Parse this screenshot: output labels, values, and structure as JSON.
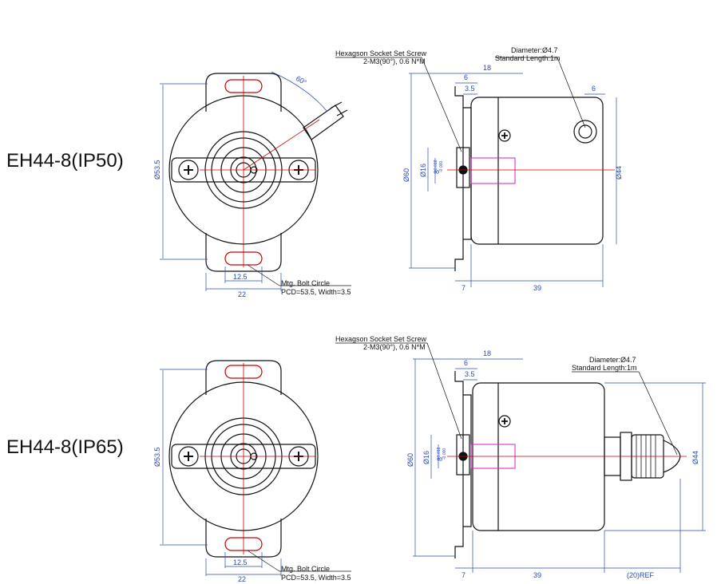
{
  "models": [
    {
      "name": "EH44-8(IP50)",
      "front": {
        "angle": "60°",
        "diameter": "Ø53.5",
        "slot_width": "12.5",
        "flange_width": "22",
        "bolt_circle_1": "Mtg. Bolt Circle",
        "bolt_circle_2": "PCD=53.5, Width=3.5"
      },
      "side": {
        "screw_1": "Hexagson Socket Set Screw",
        "screw_2": "2-M3(90°), 0.6 N*M",
        "cable_1": "Diameter:Ø4.7",
        "cable_2": "Standard Length:1m",
        "d18": "18",
        "d6": "6",
        "d35": "3.5",
        "d6_cable": "6",
        "d60": "Ø60",
        "d16": "Ø16",
        "d8": "8",
        "d8_tol_up": "+0.018",
        "d8_tol_lo": "-0.000",
        "d44": "Ø44",
        "d7": "7",
        "d39": "39"
      }
    },
    {
      "name": "EH44-8(IP65)",
      "front": {
        "diameter": "Ø53.5",
        "slot_width": "12.5",
        "flange_width": "22",
        "bolt_circle_1": "Mtg. Bolt Circle",
        "bolt_circle_2": "PCD=53.5, Width=3.5"
      },
      "side": {
        "screw_1": "Hexagson Socket Set Screw",
        "screw_2": "2-M3(90°), 0.6 N*M",
        "cable_1": "Diameter:Ø4.7",
        "cable_2": "Standard Length:1m",
        "d18": "18",
        "d6": "6",
        "d35": "3.5",
        "d60": "Ø60",
        "d16": "Ø16",
        "d8": "8",
        "d8_tol_up": "+0.018",
        "d8_tol_lo": "-0.000",
        "d44": "Ø44",
        "d7": "7",
        "d39": "39",
        "d20": "(20)REF"
      }
    }
  ]
}
